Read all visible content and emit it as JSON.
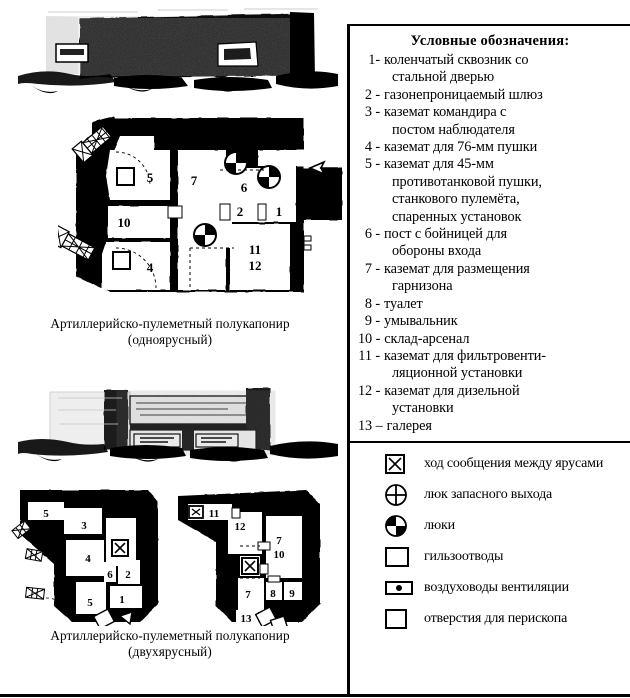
{
  "figure": {
    "left_column": {
      "photo_top": {
        "name": "photograph-single-tier-bunker",
        "description": "black and white photo of a low concrete bunker with embrasures"
      },
      "caption_1_line_1": "Артиллерийско-пулеметный полукапонир",
      "caption_1_line_2": "(одноярусный)",
      "photo_bottom": {
        "name": "photograph-two-tier-bunker",
        "description": "black and white photo of a two tier concrete bunker with embrasures"
      },
      "caption_2_line_1": "Артиллерийско-пулеметный полукапонир",
      "caption_2_line_2": "(двухярусный)"
    },
    "plan_main": {
      "room_labels": [
        "5",
        "7",
        "6",
        "1",
        "2",
        "10",
        "4",
        "11",
        "12"
      ],
      "approach_arrow": "◁"
    },
    "plan_lower_left": {
      "room_labels": [
        "5",
        "3",
        "4",
        "6",
        "2",
        "5",
        "1"
      ]
    },
    "plan_lower_right": {
      "room_labels": [
        "11",
        "12",
        "7",
        "10",
        "7",
        "8",
        "9",
        "13"
      ]
    }
  },
  "legend": {
    "title": "Условные обозначения:",
    "items": [
      {
        "num": "1-",
        "text": "коленчатый сквозник со",
        "cont": [
          "стальной дверью"
        ]
      },
      {
        "num": "2 -",
        "text": "газонепроницаемый шлюз",
        "cont": []
      },
      {
        "num": "3 -",
        "text": "каземат командира с",
        "cont": [
          "постом наблюдателя"
        ]
      },
      {
        "num": "4 -",
        "text": "каземат для 76-мм пушки",
        "cont": []
      },
      {
        "num": "5 -",
        "text": "каземат для 45-мм",
        "cont": [
          "противотанковой пушки,",
          "станкового пулемёта,",
          "спаренных установок"
        ]
      },
      {
        "num": "6 -",
        "text": "пост с бойницей для",
        "cont": [
          "обороны входа"
        ]
      },
      {
        "num": "7 -",
        "text": "каземат для размещения",
        "cont": [
          "гарнизона"
        ]
      },
      {
        "num": "8 -",
        "text": "туалет",
        "cont": []
      },
      {
        "num": "9 -",
        "text": "умывальник",
        "cont": []
      },
      {
        "num": "10 -",
        "text": "склад-арсенал",
        "cont": []
      },
      {
        "num": "11 -",
        "text": "каземат для фильтровенти-",
        "cont": [
          "ляционной установки"
        ]
      },
      {
        "num": "12 -",
        "text": "каземат для дизельной",
        "cont": [
          "установки"
        ]
      },
      {
        "num": "13 –",
        "text": "галерея",
        "cont": []
      }
    ],
    "symbols": [
      {
        "icon": "square-with-x-icon",
        "label": "ход сообщения между ярусами"
      },
      {
        "icon": "circle-with-cross-icon",
        "label": "люк запасного выхода"
      },
      {
        "icon": "circle-quartered-icon",
        "label": "люки"
      },
      {
        "icon": "empty-square-icon",
        "label": "гильзоотводы"
      },
      {
        "icon": "rect-with-dot-icon",
        "label": "воздуховоды вентиляции"
      },
      {
        "icon": "empty-square-small-icon",
        "label": "отверстия для перископа"
      }
    ]
  },
  "colors": {
    "ink": "#000000",
    "paper": "#ffffff"
  }
}
